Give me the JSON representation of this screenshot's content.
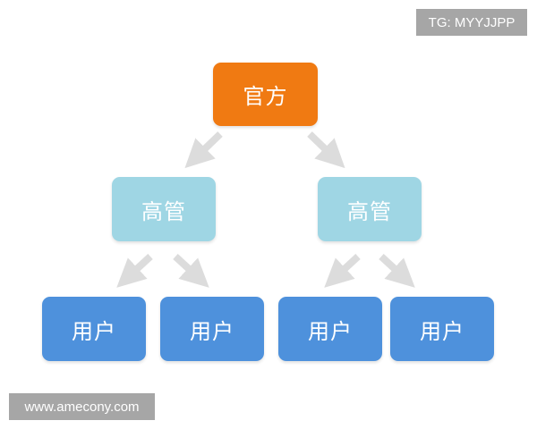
{
  "watermarks": {
    "tg": "TG: MYYJJPP",
    "url": "www.amecony.com"
  },
  "diagram": {
    "type": "hierarchy",
    "root": {
      "label": "官方",
      "color": "#f07a12"
    },
    "managers": [
      {
        "label": "高管",
        "color": "#9fd6e4"
      },
      {
        "label": "高管",
        "color": "#9fd6e4"
      }
    ],
    "users": [
      {
        "label": "用户",
        "color": "#4e91dc"
      },
      {
        "label": "用户",
        "color": "#4e91dc"
      },
      {
        "label": "用户",
        "color": "#4e91dc"
      },
      {
        "label": "用户",
        "color": "#4e91dc"
      }
    ],
    "arrow_color": "#dcdcdc"
  }
}
